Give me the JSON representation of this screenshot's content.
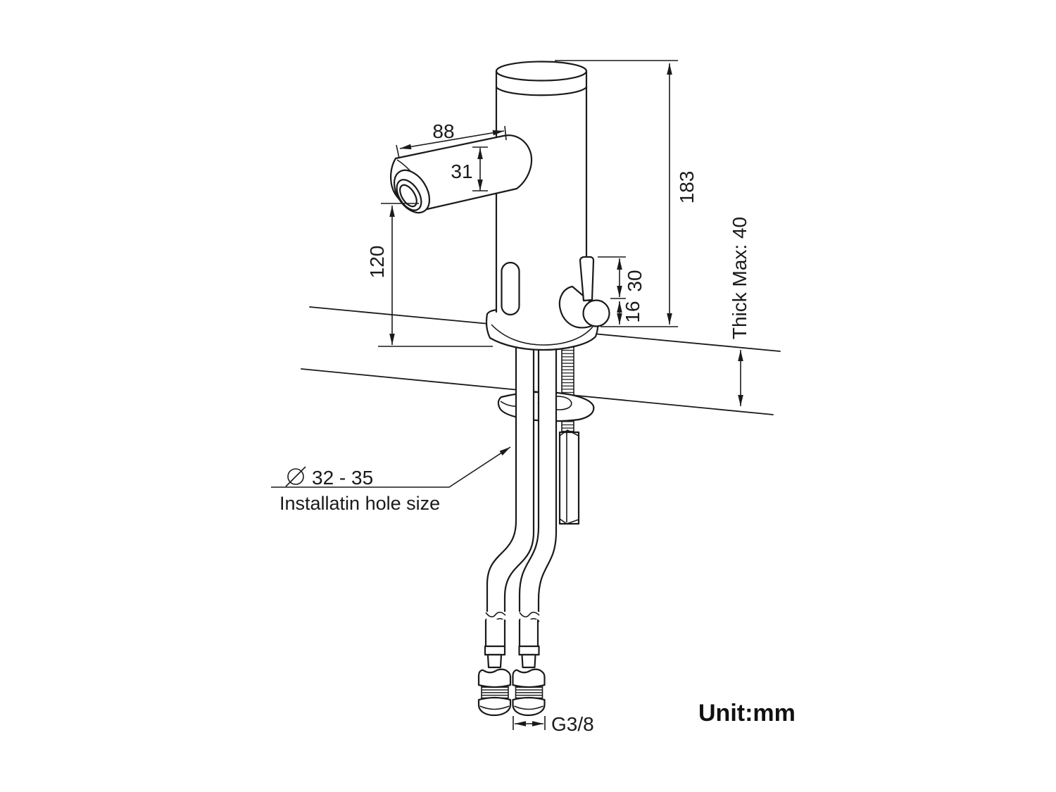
{
  "diagram": {
    "unit_note": "Unit:mm",
    "dims": {
      "spout_reach": "88",
      "spout_diameter": "31",
      "total_height": "183",
      "outlet_height": "120",
      "lever_length": "30",
      "lever_offset": "16",
      "deck_thickness": "Thick Max: 40",
      "hole_size_value": "32 - 35",
      "hole_size_label": "Installatin hole size",
      "hose_thread": "G3/8"
    },
    "colors": {
      "line": "#1a1a1a",
      "background": "#ffffff"
    }
  }
}
